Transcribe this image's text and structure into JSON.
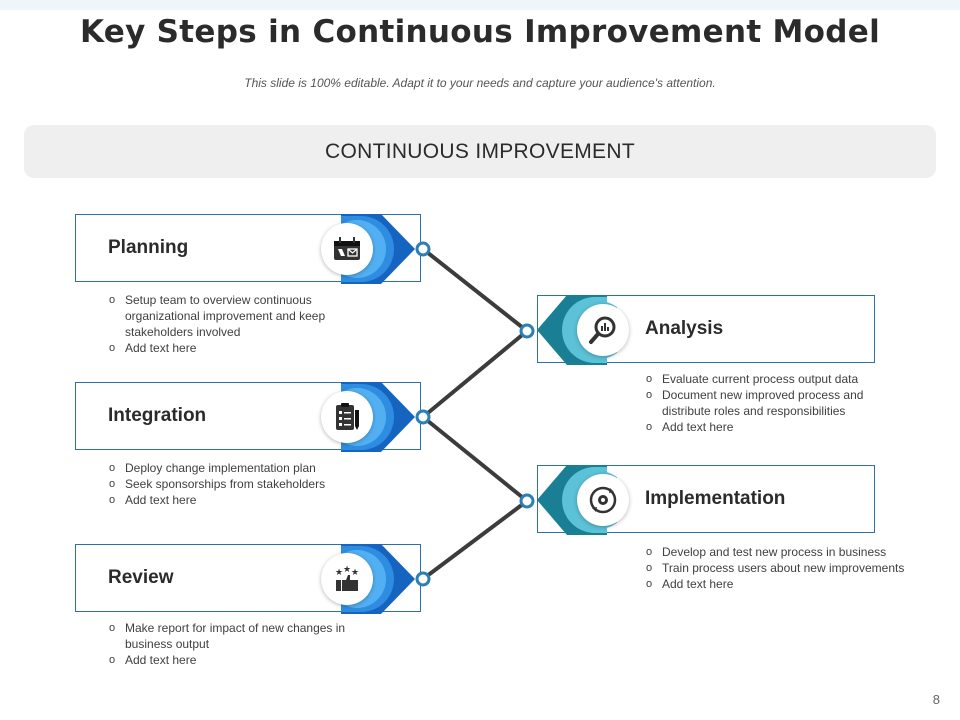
{
  "title": "Key Steps in Continuous Improvement Model",
  "subtitle": "This slide is 100% editable. Adapt it to your needs and capture your audience's attention.",
  "banner": "CONTINUOUS IMPROVEMENT",
  "colors": {
    "dark_blue": "#1565c0",
    "mid_blue": "#2e8de0",
    "light_blue": "#52b0f2",
    "dark_teal": "#1a7e95",
    "light_teal": "#5cc2d8",
    "border": "#2e6fa7",
    "line": "#3c3c3c"
  },
  "steps": [
    {
      "label": "Planning",
      "icon": "calendar-icon",
      "bullets": [
        "Setup team to overview  continuous organizational improvement  and keep stakeholders involved",
        "Add text here"
      ]
    },
    {
      "label": "Analysis",
      "icon": "magnifier-chart-icon",
      "bullets": [
        "Evaluate current process output data",
        "Document new improved process and distribute roles and responsibilities",
        "Add text here"
      ]
    },
    {
      "label": "Integration",
      "icon": "checklist-icon",
      "bullets": [
        "Deploy change implementation plan",
        "Seek sponsorships from stakeholders",
        "Add text here"
      ]
    },
    {
      "label": "Implementation",
      "icon": "gear-cycle-icon",
      "bullets": [
        "Develop  and test new process in business",
        "Train process users about new improvements",
        "Add text here"
      ]
    },
    {
      "label": "Review",
      "icon": "thumbs-up-stars-icon",
      "bullets": [
        "Make report for impact of new changes in business output",
        "Add text here"
      ]
    }
  ],
  "page_number": "8"
}
